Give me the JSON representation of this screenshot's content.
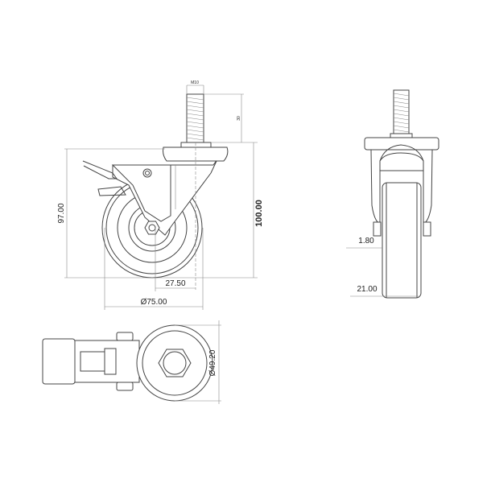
{
  "drawing": {
    "side_view": {
      "thread_label": "M10",
      "thread_length": "30",
      "height_brake": "97.00",
      "height_total": "100.00",
      "offset": "27.50",
      "wheel_diameter": "Ø75.00"
    },
    "front_view": {
      "clearance": "1.80",
      "wheel_width": "21.00"
    },
    "bottom_view": {
      "plate_diameter": "Ø49.20"
    },
    "line_color": "#444444"
  }
}
